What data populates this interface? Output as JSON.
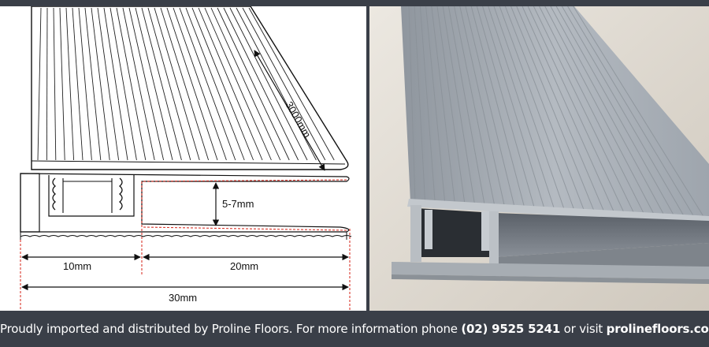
{
  "diagram": {
    "length_label": "3000mm",
    "height_label": "5-7mm",
    "left_width_label": "10mm",
    "right_width_label": "20mm",
    "total_width_label": "30mm"
  },
  "footer": {
    "text_intro": "Proudly imported and distributed by Proline Floors. For more information phone ",
    "phone": "(02) 9525 5241",
    "text_mid": " or visit ",
    "website": "prolinefloors.com.au"
  },
  "colors": {
    "background": "#3a3f48",
    "dimension_red": "#d9352b",
    "aluminium": "#a9afb6"
  }
}
